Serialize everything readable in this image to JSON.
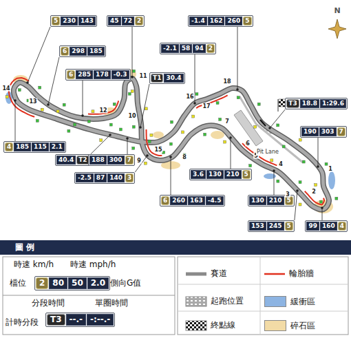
{
  "diagram": {
    "nodes": [
      {
        "text": [
          "5",
          "230",
          "143"
        ]
      },
      {
        "text": [
          "45",
          "72",
          "2"
        ]
      },
      {
        "text": [
          "-1.4",
          "162",
          "260",
          "5"
        ]
      },
      {
        "text": [
          "-2.1",
          "58",
          "94",
          "2"
        ]
      },
      {
        "text": [
          "6",
          "298",
          "185"
        ]
      },
      {
        "text": [
          "6",
          "285",
          "178",
          "-0.3"
        ]
      },
      {
        "text": [
          "T1",
          "30.4"
        ]
      },
      {
        "text": [
          "T3",
          "18.8",
          "1:29.6"
        ]
      },
      {
        "text": [
          "190",
          "303",
          "7"
        ]
      },
      {
        "text": [
          "4",
          "185",
          "115",
          "2.1"
        ]
      },
      {
        "text": [
          "40.4",
          "T2"
        ]
      },
      {
        "text": [
          "188",
          "300",
          "7"
        ]
      },
      {
        "text": [
          "-2.5",
          "87",
          "140",
          "3"
        ]
      },
      {
        "text": [
          "6",
          "260",
          "163",
          "-4.5"
        ]
      },
      {
        "text": [
          "3.6",
          "130",
          "210",
          "5"
        ]
      },
      {
        "text": [
          "130",
          "210",
          "5"
        ]
      },
      {
        "text": [
          "153",
          "245",
          "5"
        ]
      },
      {
        "text": [
          "99",
          "160",
          "4"
        ]
      },
      {
        "text": [
          "2",
          "80",
          "50",
          "2.0"
        ]
      },
      {
        "text": [
          "T3",
          "--.-",
          "-:--.-"
        ]
      }
    ],
    "labels": [
      "1",
      "2",
      "3",
      "4",
      "5",
      "6",
      "7",
      "8",
      "9",
      "10",
      "11",
      "12",
      "13",
      "14",
      "15",
      "16",
      "17",
      "18",
      "N",
      "Pit Lane",
      "圖 例",
      "時速 km/h",
      "時速 mph/h",
      "檔位",
      "側向G值",
      "分段時間",
      "單圈時間",
      "計時分段"
    ],
    "legend": [
      {
        "text": "賽道"
      },
      {
        "text": "輪胎牆"
      },
      {
        "text": "起跑位置"
      },
      {
        "text": "緩衝區",
        "color": "#8db4e2"
      },
      {
        "text": "終點線"
      },
      {
        "text": "碎石區",
        "color": "#f2dba6"
      }
    ]
  }
}
